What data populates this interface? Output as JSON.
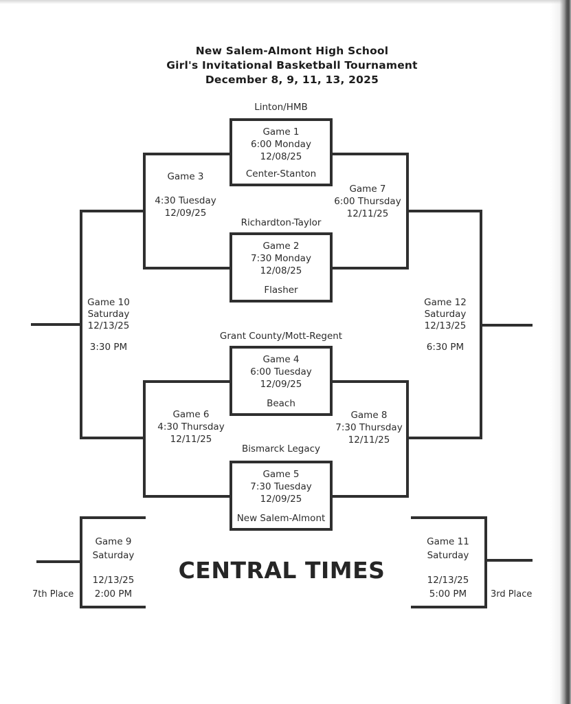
{
  "header": {
    "school": "New Salem-Almont High School",
    "event": "Girl's Invitational Basketball Tournament",
    "dates": "December 8, 9, 11, 13, 2025"
  },
  "footer": {
    "timezone_note": "CENTRAL TIMES"
  },
  "bracket": {
    "game1": {
      "name": "Game 1",
      "time": "6:00 Monday",
      "date": "12/08/25",
      "top_team": "Linton/HMB",
      "bottom_team": "Center-Stanton"
    },
    "game2": {
      "name": "Game 2",
      "time": "7:30 Monday",
      "date": "12/08/25",
      "top_team": "Richardton-Taylor",
      "bottom_team": "Flasher"
    },
    "game3": {
      "name": "Game 3",
      "time": "4:30 Tuesday",
      "date": "12/09/25"
    },
    "game4": {
      "name": "Game 4",
      "time": "6:00 Tuesday",
      "date": "12/09/25",
      "top_team": "Grant County/Mott-Regent",
      "bottom_team": "Beach"
    },
    "game5": {
      "name": "Game 5",
      "time": "7:30 Tuesday",
      "date": "12/09/25",
      "top_team": "Bismarck Legacy",
      "bottom_team": "New Salem-Almont"
    },
    "game6": {
      "name": "Game 6",
      "time": "4:30 Thursday",
      "date": "12/11/25"
    },
    "game7": {
      "name": "Game 7",
      "time": "6:00 Thursday",
      "date": "12/11/25"
    },
    "game8": {
      "name": "Game 8",
      "time": "7:30 Thursday",
      "date": "12/11/25"
    },
    "game9": {
      "name": "Game 9",
      "day": "Saturday",
      "date": "12/13/25",
      "time": "2:00 PM",
      "place": "7th Place"
    },
    "game10": {
      "name": "Game 10",
      "day": "Saturday",
      "date": "12/13/25",
      "time": "3:30 PM"
    },
    "game11": {
      "name": "Game 11",
      "day": "Saturday",
      "date": "12/13/25",
      "time": "5:00 PM",
      "place": "3rd Place"
    },
    "game12": {
      "name": "Game 12",
      "day": "Saturday",
      "date": "12/13/25",
      "time": "6:30 PM"
    }
  },
  "colors": {
    "ink": "#2f2f2f",
    "text": "#2b2b2b",
    "page_background": "#ffffff",
    "scan_edge": "#4c4c4c"
  }
}
